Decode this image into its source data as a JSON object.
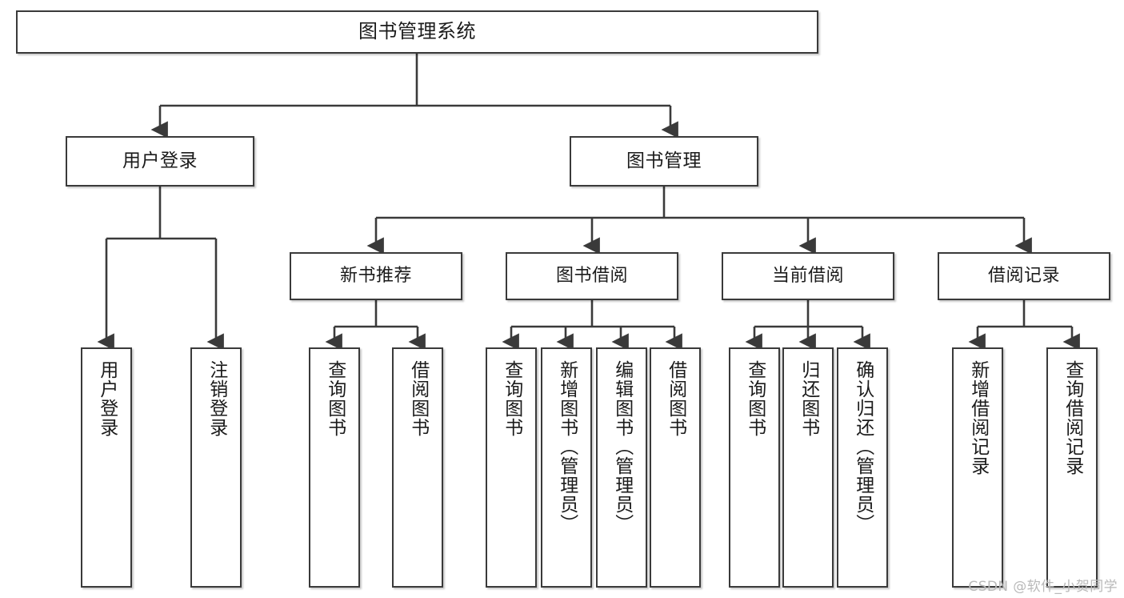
{
  "diagram": {
    "title": "图书管理系统",
    "watermark": "CSDN @软件_小贺同学",
    "accent_color": "#3a3a3a",
    "background_color": "#ffffff",
    "nodes": {
      "root": {
        "label": "图书管理系统"
      },
      "level2": [
        {
          "label": "用户登录"
        },
        {
          "label": "图书管理"
        }
      ],
      "level3": [
        {
          "label": "新书推荐"
        },
        {
          "label": "图书借阅"
        },
        {
          "label": "当前借阅"
        },
        {
          "label": "借阅记录"
        }
      ],
      "leaves": {
        "user_login": [
          {
            "label": "用户登录"
          },
          {
            "label": "注销登录"
          }
        ],
        "new_book": [
          {
            "label": "查询图书"
          },
          {
            "label": "借阅图书"
          }
        ],
        "book_borrow": [
          {
            "label": "查询图书"
          },
          {
            "label": "新增图书（管理员）"
          },
          {
            "label": "编辑图书（管理员）"
          },
          {
            "label": "借阅图书"
          }
        ],
        "current_borrow": [
          {
            "label": "查询图书"
          },
          {
            "label": "归还图书"
          },
          {
            "label": "确认归还（管理员）"
          }
        ],
        "borrow_record": [
          {
            "label": "新增借阅记录"
          },
          {
            "label": "查询借阅记录"
          }
        ]
      }
    }
  }
}
